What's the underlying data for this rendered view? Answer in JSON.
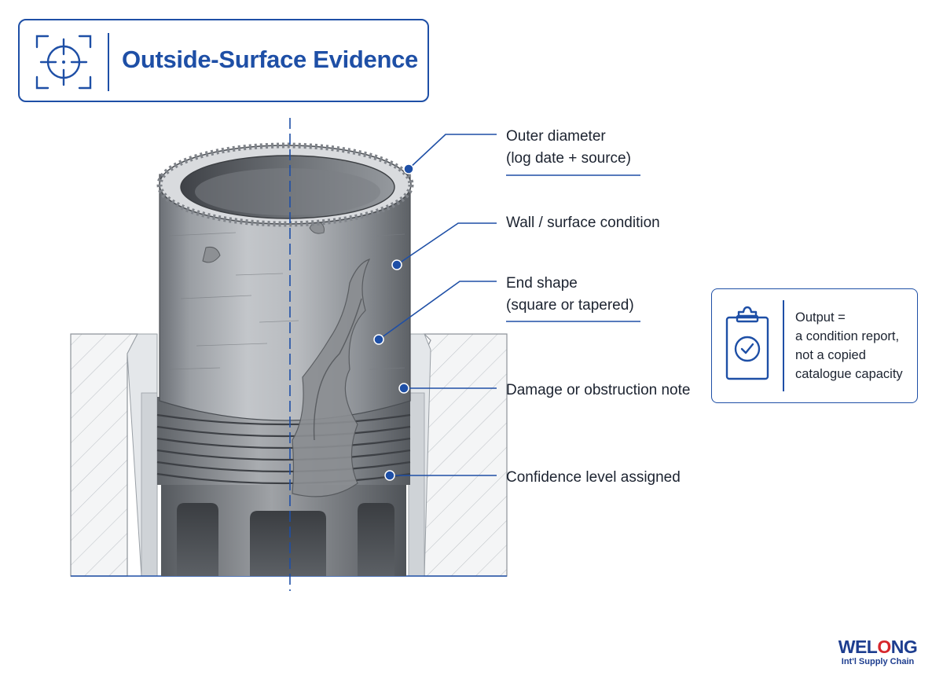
{
  "header": {
    "title": "Outside-Surface Evidence",
    "icon": "crosshair-target-icon"
  },
  "callouts": [
    {
      "lines": [
        "Outer diameter",
        "(log date + source)"
      ],
      "underlined": true
    },
    {
      "lines": [
        "Wall / surface condition"
      ],
      "underlined": false
    },
    {
      "lines": [
        "End shape",
        "(square or tapered)"
      ],
      "underlined": true
    },
    {
      "lines": [
        "Damage or obstruction note"
      ],
      "underlined": false
    },
    {
      "lines": [
        "Confidence level assigned"
      ],
      "underlined": false
    }
  ],
  "output_box": {
    "icon": "clipboard-check-icon",
    "lines": [
      "Output =",
      "a condition report,",
      "not a copied",
      "catalogue capacity"
    ]
  },
  "logo": {
    "word_start": "WEL",
    "word_o": "O",
    "word_end": "NG",
    "tagline": "Int'l Supply Chain"
  },
  "colors": {
    "accent": "#1e4fa6",
    "leader_dot": "#1e4fa6",
    "text": "#1c2330",
    "logo_blue": "#1d3d8f",
    "logo_red": "#d6262c"
  }
}
